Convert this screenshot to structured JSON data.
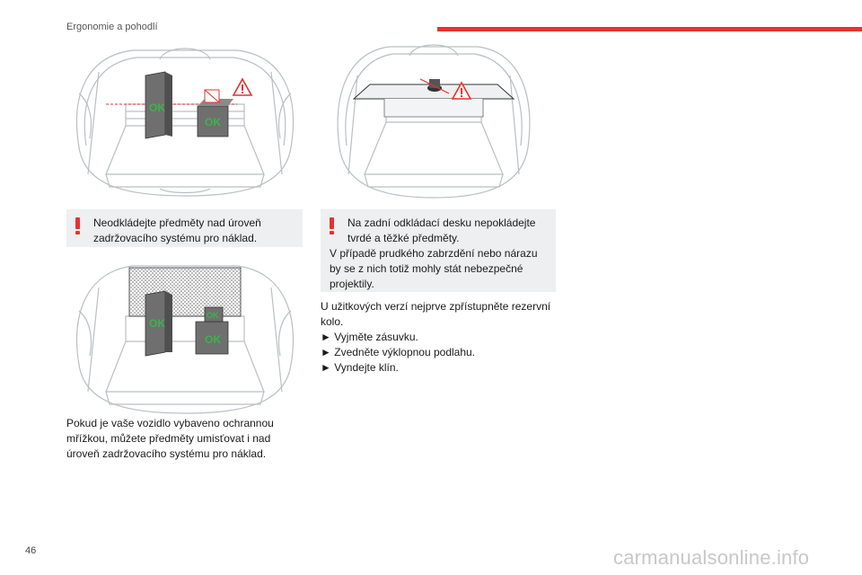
{
  "header": {
    "section_title": "Ergonomie a pohodlí",
    "accent_color": "#e8312f"
  },
  "footer": {
    "page_number": "46",
    "watermark": "carmanualsonline.info"
  },
  "figures": {
    "fig1": {
      "ok_label_1": "OK",
      "ok_label_2": "OK"
    },
    "fig2": {
      "ok_label_1": "OK",
      "ok_label_2": "OK",
      "ok_label_3": "OK"
    }
  },
  "warnings": {
    "left": {
      "text": "Neodkládejte předměty nad úroveň zadržovacího systému pro náklad."
    },
    "right": {
      "line1": "Na zadní odkládací desku nepokládejte tvrdé a těžké předměty.",
      "line2": "V případě prudkého zabrzdění nebo nárazu by se z nich totiž mohly stát nebezpečné projektily."
    }
  },
  "left_paragraph": "Pokud je vaše vozidlo vybaveno ochrannou mřížkou, můžete předměty umisťovat i nad úroveň zadržovacího systému pro náklad.",
  "right_column": {
    "intro": "U užitkových verzí nejprve zpřístupněte rezervní kolo.",
    "steps": [
      {
        "bullet": "►",
        "text": "Vyjměte zásuvku."
      },
      {
        "bullet": "►",
        "text": "Zvedněte výklopnou podlahu."
      },
      {
        "bullet": "►",
        "text": "Vyndejte klín."
      }
    ]
  },
  "colors": {
    "warning_bg": "#eeeff0",
    "ok_green": "#39b54a",
    "box_gray": "#6f6f6f",
    "line_gray": "#b9bfc4"
  }
}
